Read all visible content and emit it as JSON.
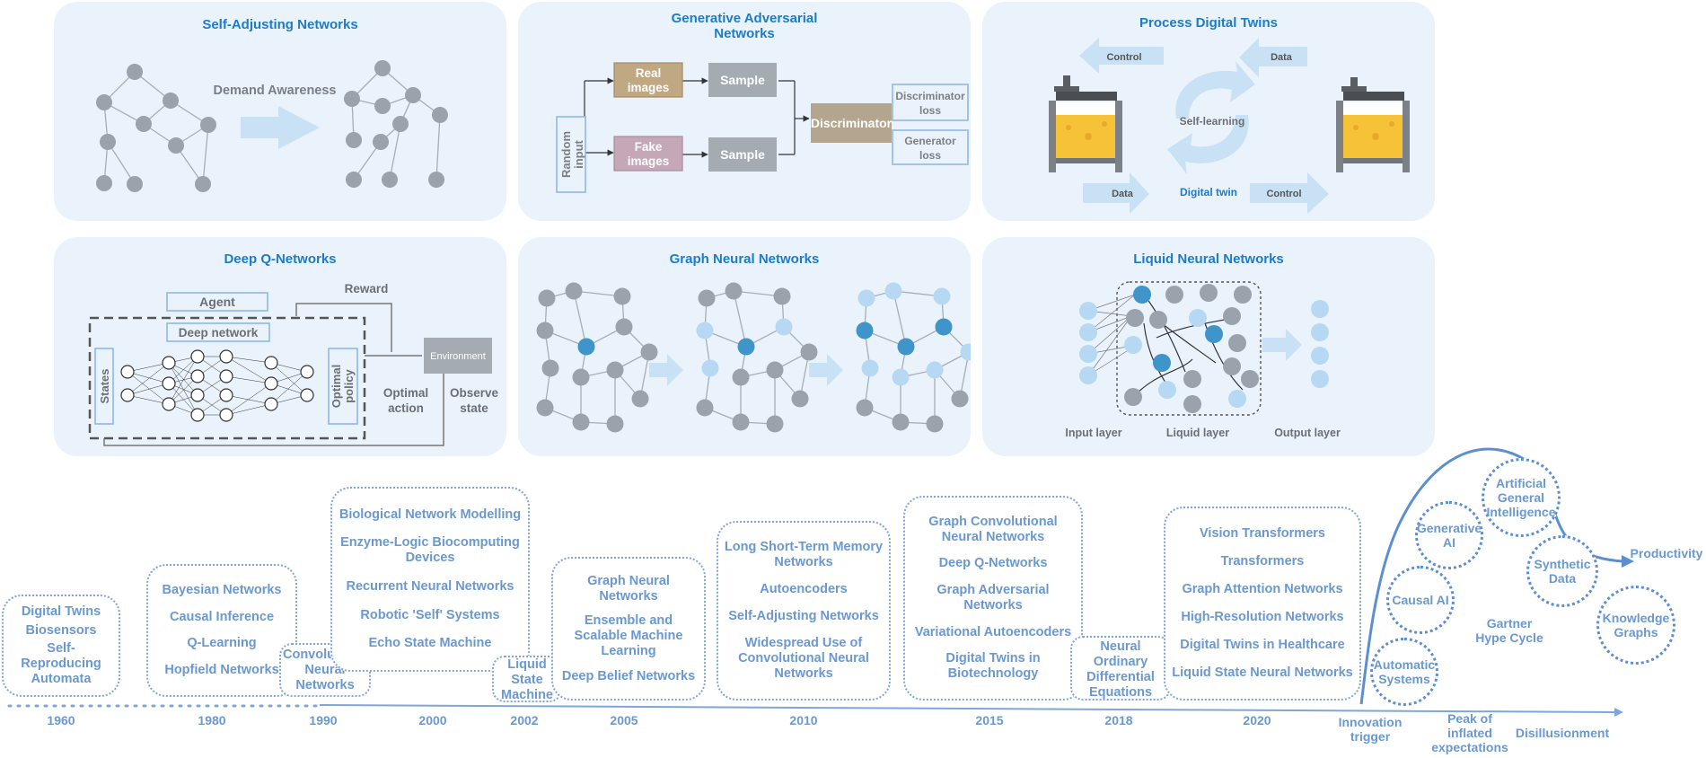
{
  "panels": {
    "self_adjusting": {
      "title": "Self-Adjusting Networks",
      "label": "Demand Awareness"
    },
    "gan": {
      "title_l1": "Generative Adversarial",
      "title_l2": "Networks",
      "real_l1": "Real",
      "real_l2": "images",
      "fake_l1": "Fake",
      "fake_l2": "images",
      "sample": "Sample",
      "random_l1": "Random",
      "random_l2": "input",
      "discriminator": "Discriminator",
      "disc_loss_l1": "Discriminator",
      "disc_loss_l2": "loss",
      "gen_loss_l1": "Generator",
      "gen_loss_l2": "loss"
    },
    "digital_twins": {
      "title": "Process Digital Twins",
      "control": "Control",
      "data": "Data",
      "self_learning": "Self-learning",
      "digital_twin": "Digital twin"
    },
    "dqn": {
      "title": "Deep Q-Networks",
      "reward": "Reward",
      "agent": "Agent",
      "deep_network": "Deep network",
      "environment": "Environment",
      "states": "States",
      "optimal_l1": "Optimal",
      "optimal_l2": "policy",
      "optimal_action_l1": "Optimal",
      "optimal_action_l2": "action",
      "observe_l1": "Observe",
      "observe_l2": "state"
    },
    "gnn": {
      "title": "Graph Neural Networks"
    },
    "lnn": {
      "title": "Liquid Neural Networks",
      "input": "Input layer",
      "liquid": "Liquid layer",
      "output": "Output layer"
    }
  },
  "timeline": {
    "boxes": [
      {
        "items": [
          "Digital Twins",
          "Biosensors",
          "Self-Reproducing Automata"
        ]
      },
      {
        "items": [
          "Bayesian Networks",
          "Causal Inference",
          "Q-Learning",
          "Hopfield Networks"
        ]
      },
      {
        "items": [
          "Convolutional Neural Networks"
        ]
      },
      {
        "items": [
          "Biological Network Modelling",
          "Enzyme-Logic Biocomputing Devices",
          "Recurrent Neural Networks",
          "Robotic 'Self' Systems",
          "Echo State Machine"
        ]
      },
      {
        "items": [
          "Liquid State Machine"
        ]
      },
      {
        "items": [
          "Graph Neural Networks",
          "Ensemble and Scalable Machine Learning",
          "Deep Belief Networks"
        ]
      },
      {
        "items": [
          "Long Short-Term Memory Networks",
          "Autoencoders",
          "Self-Adjusting Networks",
          "Widespread Use of Convolutional Neural Networks"
        ]
      },
      {
        "items": [
          "Graph Convolutional Neural Networks",
          "Deep Q-Networks",
          "Graph Adversarial Networks",
          "Variational Autoencoders",
          "Digital Twins in Biotechnology"
        ]
      },
      {
        "items": [
          "Neural Ordinary Differential Equations"
        ]
      },
      {
        "items": [
          "Vision Transformers",
          "Transformers",
          "Graph Attention Networks",
          "High-Resolution Networks",
          "Digital Twins in Healthcare",
          "Liquid State Neural Networks"
        ]
      }
    ],
    "years": [
      "1960",
      "1980",
      "1990",
      "2000",
      "2002",
      "2005",
      "2010",
      "2015",
      "2018",
      "2020"
    ]
  },
  "hype_cycle": {
    "innovation_l1": "Innovation",
    "innovation_l2": "trigger",
    "peak_l1": "Peak of",
    "peak_l2": "inflated",
    "peak_l3": "expectations",
    "disillusionment": "Disillusionment",
    "productivity": "Productivity",
    "gartner_l1": "Gartner",
    "gartner_l2": "Hype Cycle",
    "circles": [
      "Automatic Systems",
      "Causal AI",
      "Generative AI",
      "Artificial General Intelligence",
      "Synthetic Data",
      "Knowledge Graphs"
    ]
  },
  "colors": {
    "panel_bg": "#eaf3fb",
    "title_blue": "#1d7bc8",
    "timeline_blue": "#6a98cf",
    "node_gray": "#9aa3ab"
  }
}
